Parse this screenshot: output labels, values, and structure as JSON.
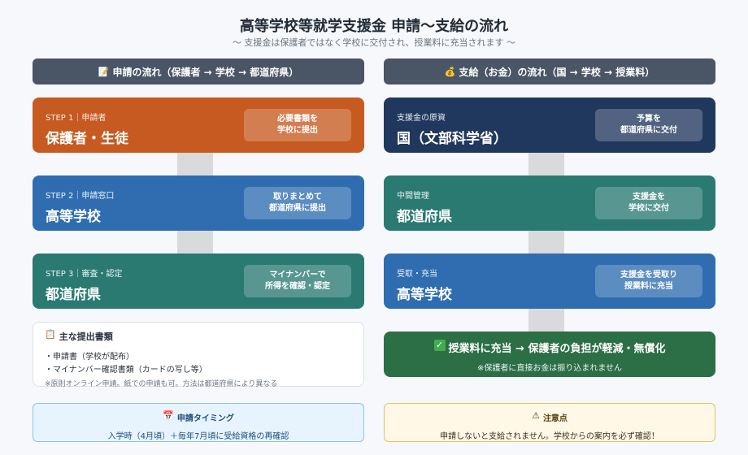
{
  "header": {
    "title": "高等学校等就学支援金 申請〜支給の流れ",
    "subtitle": "〜 支援金は保護者ではなく学校に交付され、授業料に充当されます 〜"
  },
  "left_column": {
    "header_icon": "memo-icon",
    "header_label": "申請の流れ（保護者 → 学校 → 都道府県）",
    "cards": [
      {
        "small": "STEP 1｜申請者",
        "big": "保護者・生徒",
        "pill": [
          "必要書類を",
          "学校に提出"
        ],
        "color": "#c65a20"
      },
      {
        "small": "STEP 2｜申請窓口",
        "big": "高等学校",
        "pill": [
          "取りまとめて",
          "都道府県に提出"
        ],
        "color": "#2f6db0"
      },
      {
        "small": "STEP 3｜審査・認定",
        "big": "都道府県",
        "pill": [
          "マイナンバーで",
          "所得を確認・認定"
        ],
        "color": "#2a7a72"
      }
    ],
    "docs": {
      "icon": "clipboard-icon",
      "title": "主な提出書類",
      "items": [
        "・申請書（学校が配布）",
        "・マイナンバー確認書類（カードの写し等）"
      ],
      "note": "※原則オンライン申請。紙での申請も可。方法は都道府県により異なる"
    }
  },
  "right_column": {
    "header_icon": "money-bag-icon",
    "header_label": "支給（お金）の流れ（国 → 学校 → 授業料）",
    "cards": [
      {
        "small": "支援金の原資",
        "big": "国（文部科学省）",
        "pill": [
          "予算を",
          "都道府県に交付"
        ],
        "color": "#21385e"
      },
      {
        "small": "中間管理",
        "big": "都道府県",
        "pill": [
          "支援金を",
          "学校に交付"
        ],
        "color": "#2a7a72"
      },
      {
        "small": "受取・充当",
        "big": "高等学校",
        "pill": [
          "支援金を受取り",
          "授業料に充当"
        ],
        "color": "#2f6db0"
      }
    ],
    "result": {
      "icon": "check-mark-icon",
      "title": "授業料に充当 → 保護者の負担が軽減・無償化",
      "note": "※保護者に直接お金は振り込まれません"
    }
  },
  "timing": {
    "icon": "calendar-icon",
    "title": "申請タイミング",
    "text": "入学時（4月頃）＋毎年7月頃に受給資格の再確認"
  },
  "caution": {
    "icon": "warning-icon",
    "title": "注意点",
    "text": "申請しないと支給されません。学校からの案内を必ず確認！"
  }
}
